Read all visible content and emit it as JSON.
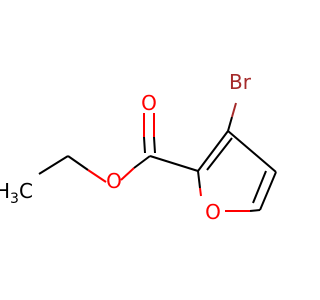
{
  "molecule": {
    "atoms": {
      "bromine": "Br",
      "carbonyl_oxygen": "O",
      "ester_oxygen": "O",
      "ring_oxygen": "O",
      "methyl_prefix": "H",
      "methyl_subscript": "3",
      "methyl_carbon": "C"
    }
  },
  "colors": {
    "bond": "#000000",
    "oxygen": "#ff0000",
    "bromine": "#a52a2a",
    "carbon": "#000000"
  }
}
